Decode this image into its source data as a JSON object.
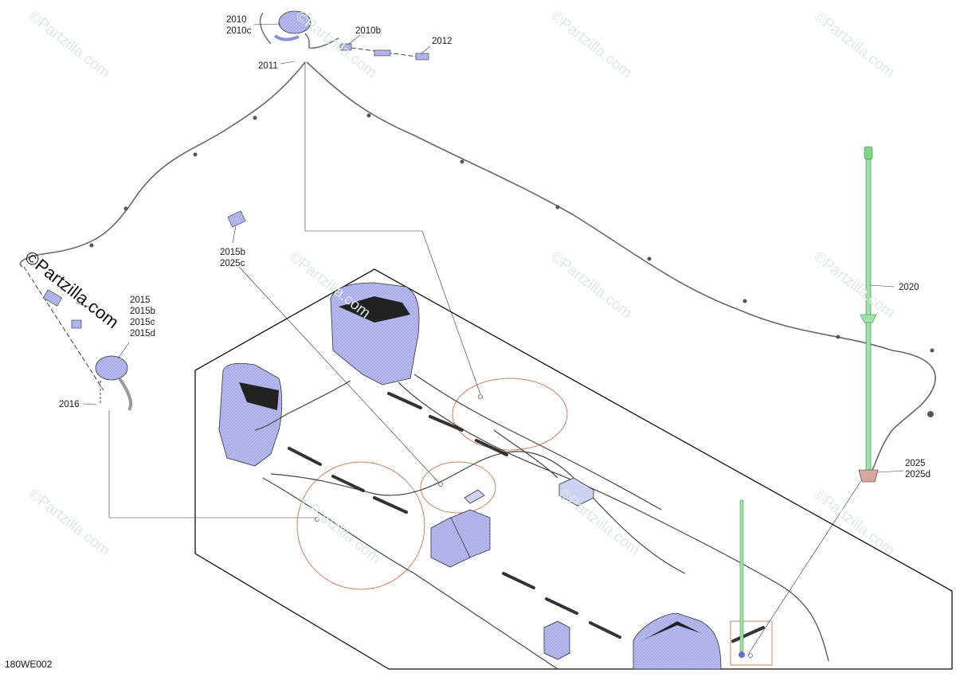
{
  "diagram": {
    "title": "Wiring harness / lighting exploded parts diagram",
    "figure_code": "180WE002",
    "watermark": "©Partzilla.com",
    "colors": {
      "lamp_fill": "#9ea3e6",
      "antenna_green": "#7fd68a",
      "callout_circle": "#c8826a",
      "line": "#333333",
      "watermark": "#dfe9e4",
      "base_part": "#d6a9a0"
    },
    "callouts": [
      {
        "id": "c2010",
        "lines": [
          "2010",
          "2010c"
        ]
      },
      {
        "id": "c2010b",
        "lines": [
          "2010b"
        ]
      },
      {
        "id": "c2012",
        "lines": [
          "2012"
        ]
      },
      {
        "id": "c2011",
        "lines": [
          "2011"
        ]
      },
      {
        "id": "c2015b",
        "lines": [
          "2015b",
          "2025c"
        ]
      },
      {
        "id": "c2015",
        "lines": [
          "2015",
          "2015b",
          "2015c",
          "2015d"
        ]
      },
      {
        "id": "c2016",
        "lines": [
          "2016"
        ]
      },
      {
        "id": "c2020",
        "lines": [
          "2020"
        ]
      },
      {
        "id": "c2025",
        "lines": [
          "2025",
          "2025d"
        ]
      }
    ]
  }
}
